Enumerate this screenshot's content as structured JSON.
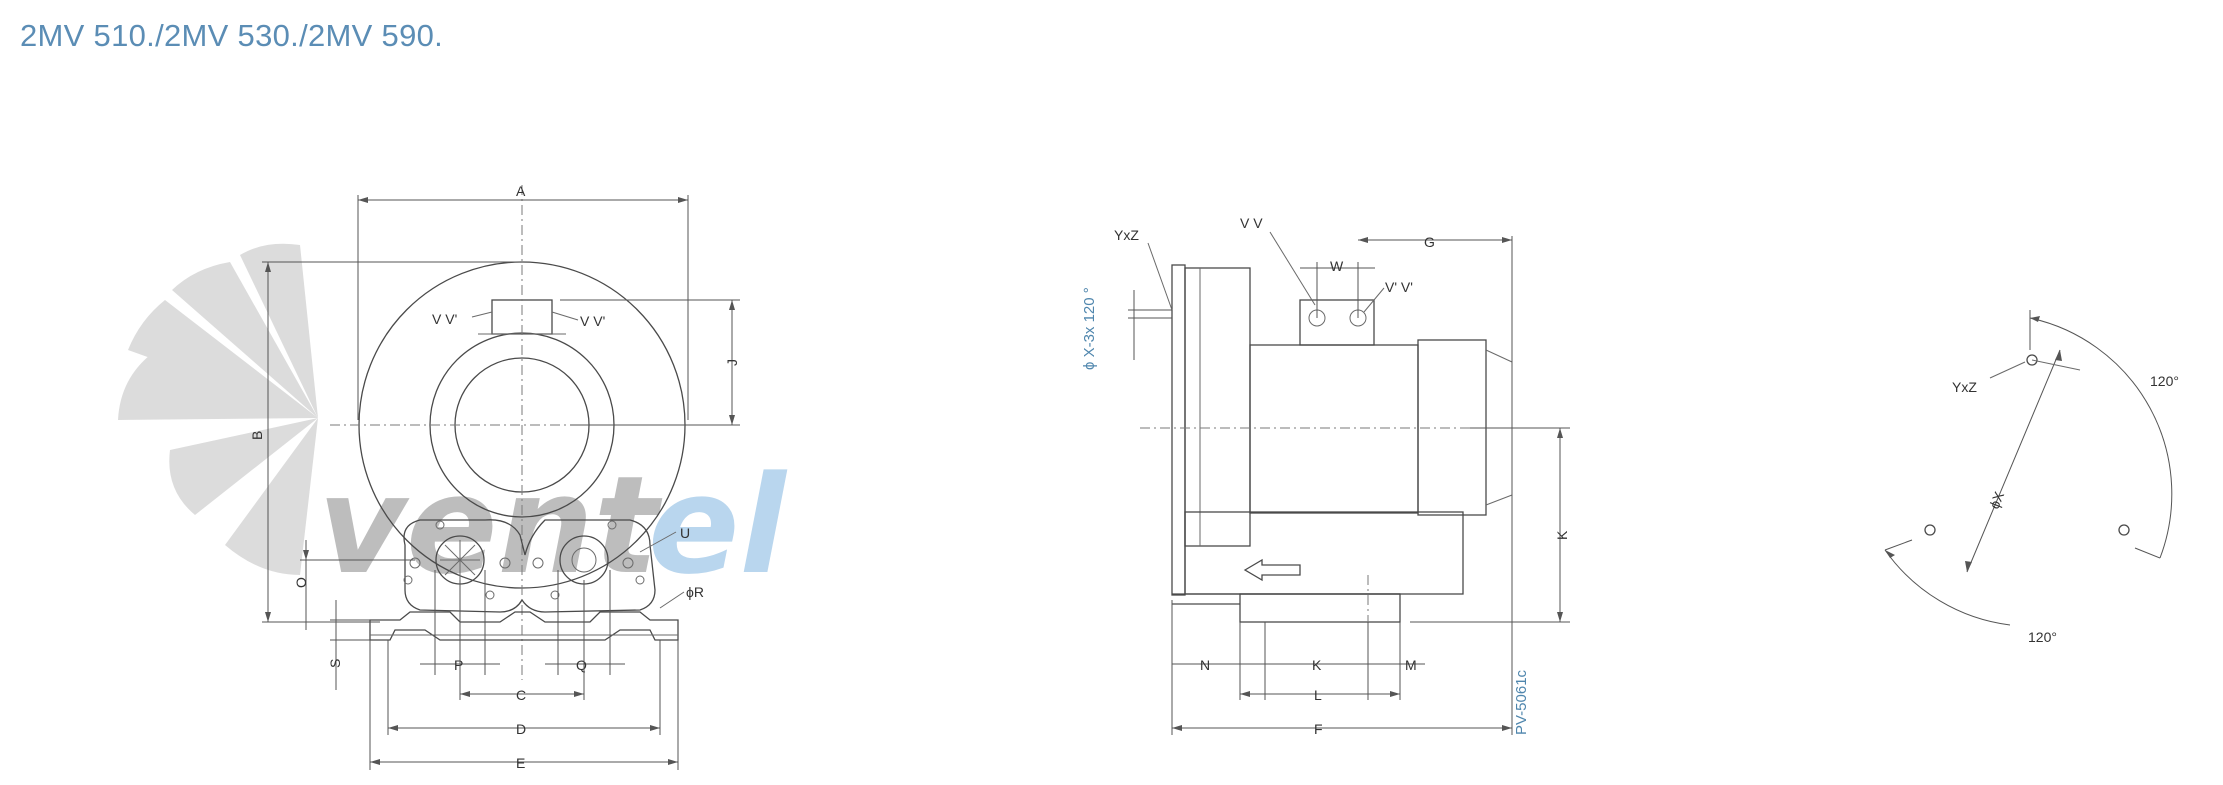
{
  "title": "2MV 510./2MV 530./2MV 590.",
  "watermark": {
    "part1": "vent",
    "part2": "el"
  },
  "front_view": {
    "labels": {
      "A": "A",
      "B": "B",
      "J": "J",
      "O": "O",
      "S": "S",
      "P": "P",
      "Q": "Q",
      "C": "C",
      "D": "D",
      "E": "E",
      "U": "U",
      "R": "ϕR",
      "vv_left": "V V'",
      "vv_right": "V V'"
    }
  },
  "side_view": {
    "labels": {
      "YxZ": "YxZ",
      "VV": "V V",
      "W": "W",
      "VpVp": "V' V'",
      "G": "G",
      "K_right": "K",
      "N": "N",
      "K_bottom": "K",
      "M": "M",
      "L": "L",
      "F": "F",
      "hole_spec": "ϕ X-3x 120 °",
      "drawing_code": "PV-5061c"
    }
  },
  "flange_view": {
    "labels": {
      "YxZ": "YxZ",
      "X": "ϕX",
      "angle_top": "120°",
      "angle_bottom": "120°"
    }
  },
  "colors": {
    "title": "#5b8db5",
    "watermark_gray": "#bdbdbd",
    "watermark_blue": "#b9d6ee",
    "fan_gray": "#dcdcdc"
  }
}
